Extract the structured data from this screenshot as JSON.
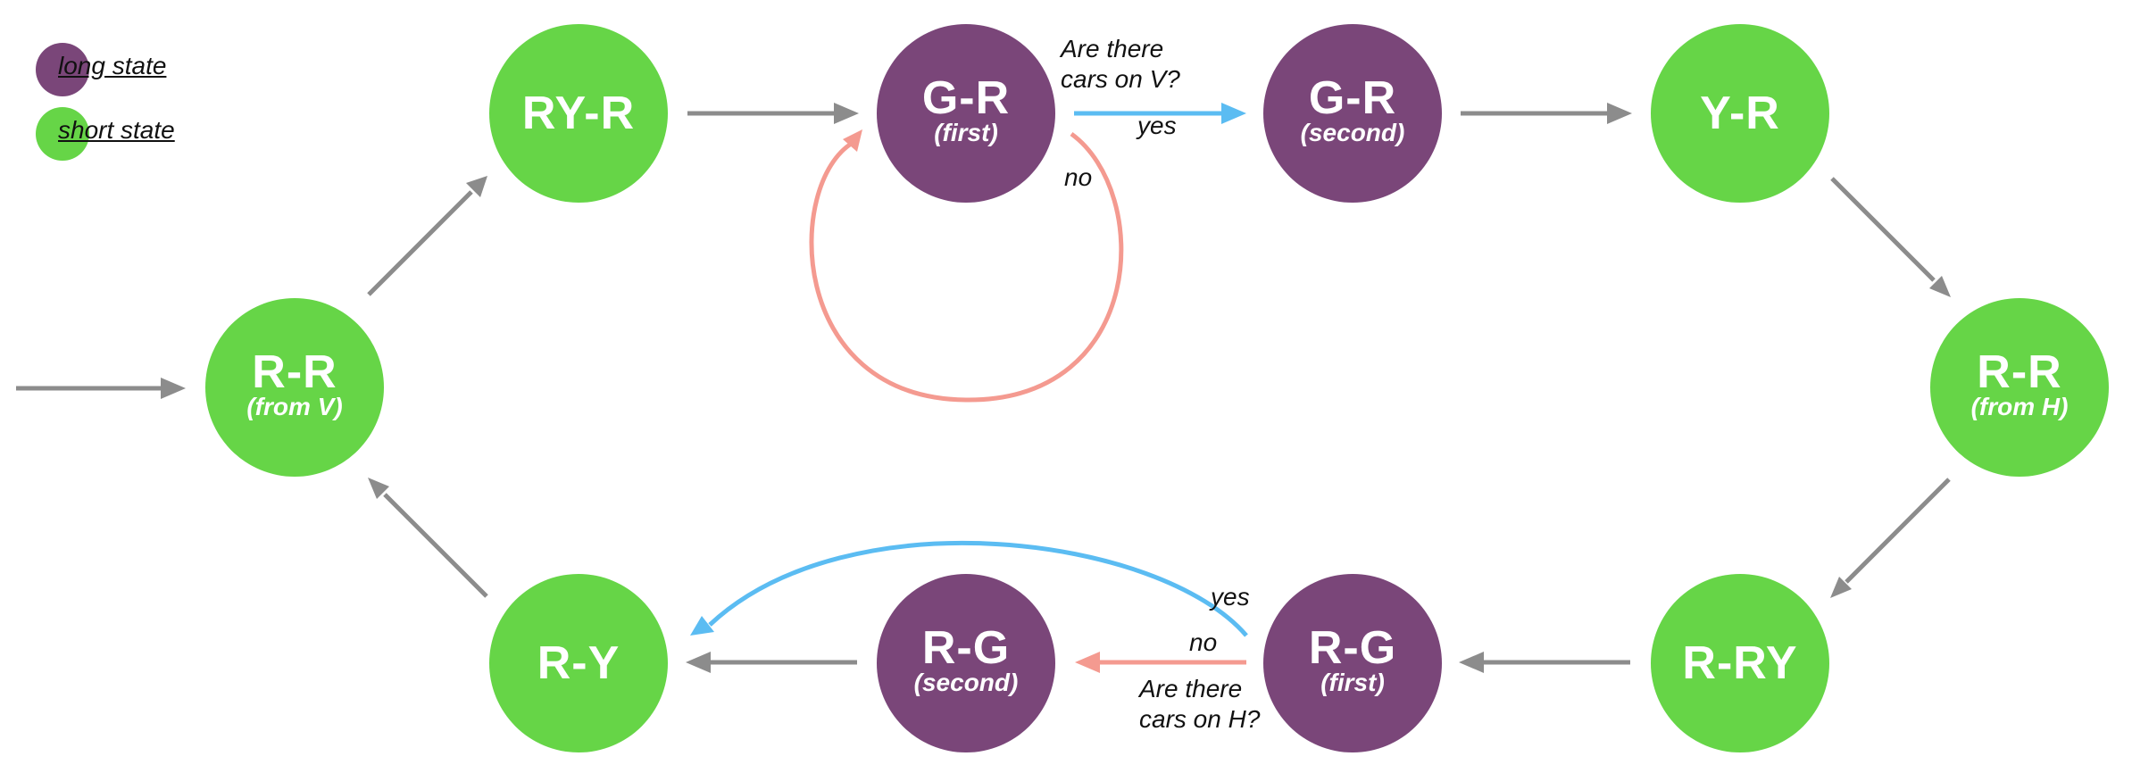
{
  "legend": {
    "long_label": "long state",
    "short_label": "short state",
    "long_color": "#7a4679",
    "short_color": "#66d547"
  },
  "nodes": {
    "rr_v": {
      "title": "R-R",
      "subtitle": "(from V)"
    },
    "ry_r": {
      "title": "RY-R",
      "subtitle": ""
    },
    "gr_1": {
      "title": "G-R",
      "subtitle": "(first)"
    },
    "gr_2": {
      "title": "G-R",
      "subtitle": "(second)"
    },
    "y_r": {
      "title": "Y-R",
      "subtitle": ""
    },
    "rr_h": {
      "title": "R-R",
      "subtitle": "(from H)"
    },
    "r_ry": {
      "title": "R-RY",
      "subtitle": ""
    },
    "rg_1": {
      "title": "R-G",
      "subtitle": "(first)"
    },
    "rg_2": {
      "title": "R-G",
      "subtitle": "(second)"
    },
    "r_y": {
      "title": "R-Y",
      "subtitle": ""
    }
  },
  "annotations": {
    "question_v_line1": "Are there",
    "question_v_line2": "cars on V?",
    "yes_top": "yes",
    "no_top": "no",
    "question_h_line1": "Are there",
    "question_h_line2": "cars on H?",
    "yes_bottom": "yes",
    "no_bottom": "no"
  },
  "colors": {
    "arrow_default": "#8c8c8c",
    "arrow_yes": "#5bbcf2",
    "arrow_no": "#f49a90"
  }
}
